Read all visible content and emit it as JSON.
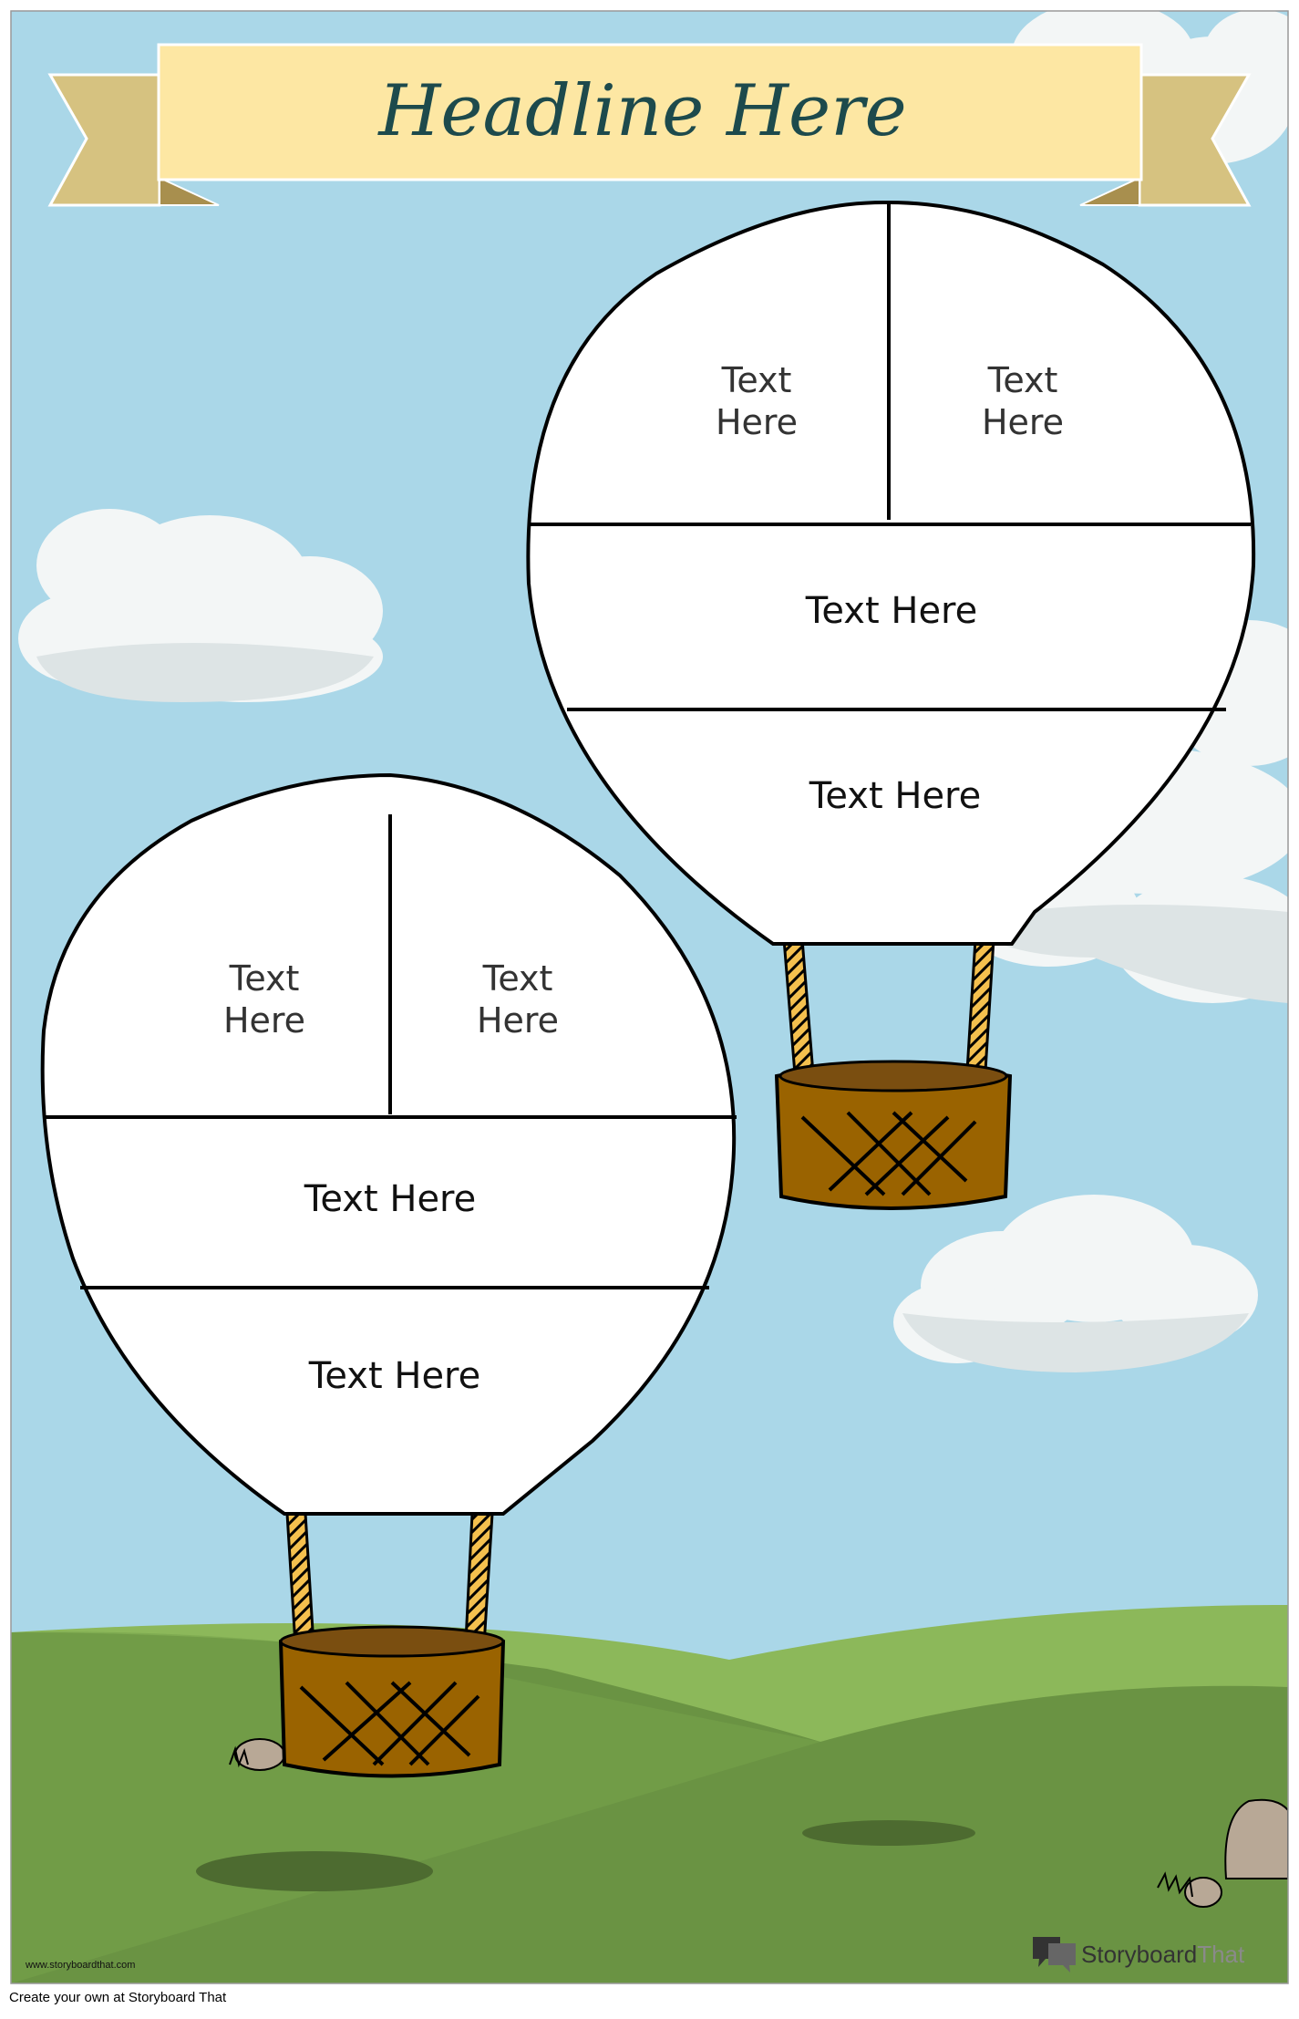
{
  "headline": "Headline Here",
  "balloons": [
    {
      "name": "upper-right",
      "top_left": "Text\nHere",
      "top_right": "Text\nHere",
      "middle": "Text Here",
      "bottom": "Text Here"
    },
    {
      "name": "lower-left",
      "top_left": "Text\nHere",
      "top_right": "Text\nHere",
      "middle": "Text Here",
      "bottom": "Text Here"
    }
  ],
  "watermark_url": "www.storyboardthat.com",
  "brand": {
    "name_part1": "Storyboard",
    "name_part2": "That"
  },
  "footer": "Create your own at Storyboard That",
  "colors": {
    "sky": "#aad7e8",
    "grass_light": "#8cb85a",
    "grass_dark": "#6a9343",
    "banner": "#fde7a3",
    "ribbon": "#d6c280",
    "headline": "#1d4a4c",
    "basket": "#9a6300",
    "rope": "#f4c04e"
  }
}
